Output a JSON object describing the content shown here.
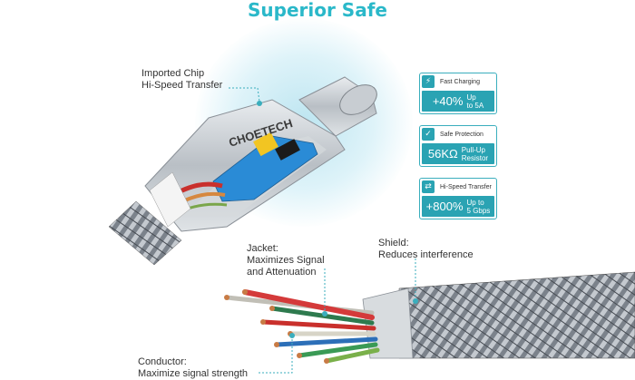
{
  "title": "Superior Safe",
  "cable_brand": "CHOETECH",
  "callouts": {
    "chip": {
      "line1": "Imported Chip",
      "line2": "Hi-Speed Transfer"
    },
    "jacket": {
      "line1": "Jacket:",
      "line2": "Maximizes Signal",
      "line3": "and Attenuation"
    },
    "shield": {
      "line1": "Shield:",
      "line2": "Reduces interference"
    },
    "conductor": {
      "line1": "Conductor:",
      "line2": "Maximize signal strength"
    }
  },
  "badges": [
    {
      "caption": "Fast Charging",
      "value": "+40%",
      "detail1": "Up",
      "detail2": "to 5A",
      "icon": "lightning-icon"
    },
    {
      "caption": "Safe  Protection",
      "value": "56KΩ",
      "detail1": "Pull-Up",
      "detail2": "Resistor",
      "icon": "shield-check-icon"
    },
    {
      "caption": "Hi-Speed Transfer",
      "value": "+800%",
      "detail1": "Up to",
      "detail2": "5 Gbps",
      "icon": "speed-arrows-icon"
    }
  ],
  "colors": {
    "accent": "#2ab8c9",
    "badge": "#2aa3b3",
    "callout_line": "#3aaebd"
  }
}
